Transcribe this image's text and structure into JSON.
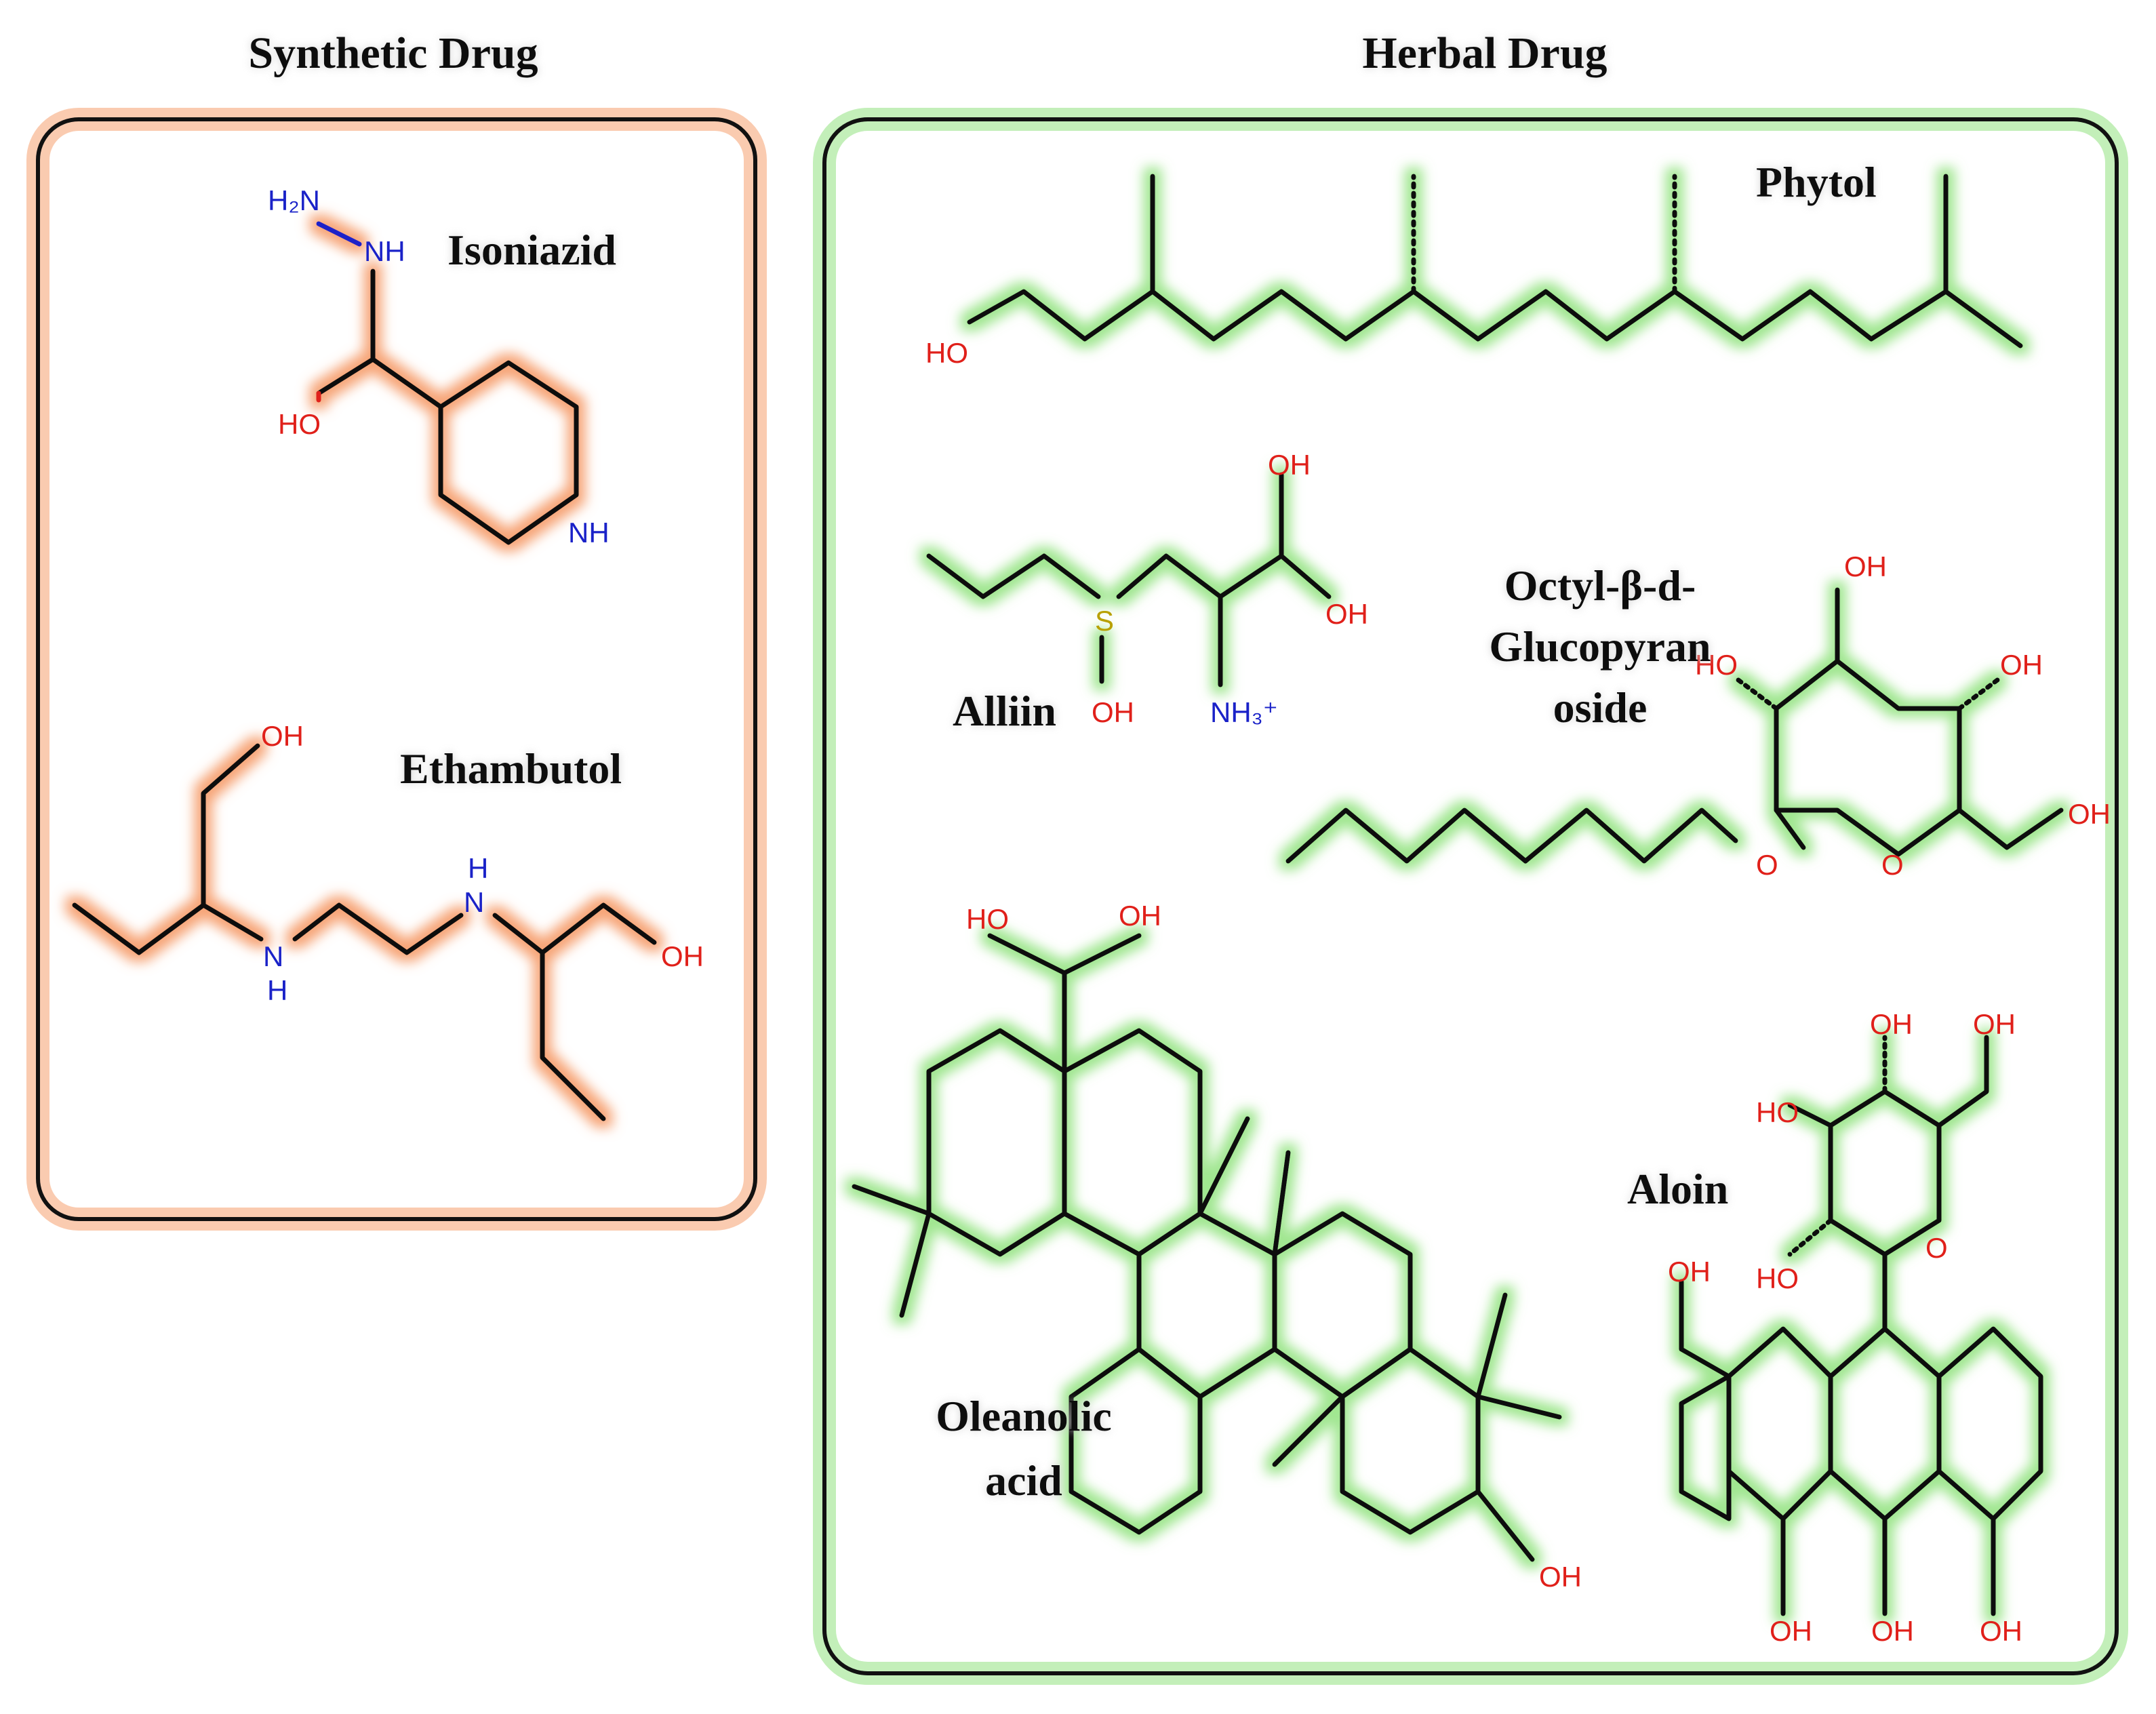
{
  "sections": {
    "synthetic": {
      "title": "Synthetic Drug",
      "glow_color": "#f6a070"
    },
    "herbal": {
      "title": "Herbal Drug",
      "glow_color": "#9be58a"
    }
  },
  "molecules": {
    "isoniazid": {
      "name": "Isoniazid"
    },
    "ethambutol": {
      "name": "Ethambutol"
    },
    "phytol": {
      "name": "Phytol"
    },
    "alliin": {
      "name": "Alliin"
    },
    "octyl": {
      "name_line1": "Octyl-β-d-",
      "name_line2": "Glucopyran",
      "name_line3": "oside"
    },
    "oleanolic": {
      "name_line1": "Oleanolic",
      "name_line2": "acid"
    },
    "aloin": {
      "name": "Aloin"
    }
  },
  "atom_labels": {
    "h2n": "H₂N",
    "nh": "NH",
    "ho": "HO",
    "oh": "OH",
    "h": "H",
    "n": "N",
    "s": "S",
    "o": "O",
    "nh3": "NH₃⁺"
  },
  "colors": {
    "oxygen": "#e0201a",
    "nitrogen": "#1a22c8",
    "sulfur": "#b8a000",
    "bond": "#111111"
  }
}
